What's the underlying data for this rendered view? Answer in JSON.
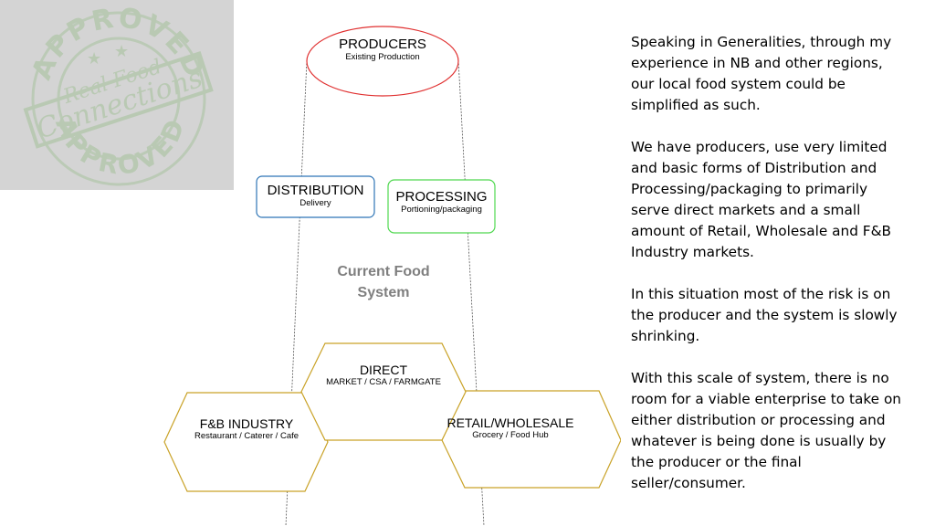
{
  "logo": {
    "text_top": "APPROVED",
    "text_bottom": "APPROVED",
    "script_line1": "Real Food",
    "script_line2": "Connections"
  },
  "diagram": {
    "producers": {
      "title": "PRODUCERS",
      "subtitle": "Existing Production"
    },
    "distribution": {
      "title": "DISTRIBUTION",
      "subtitle": "Delivery"
    },
    "processing": {
      "title": "PROCESSING",
      "subtitle": "Portioning/packaging"
    },
    "center_title_line1": "Current Food",
    "center_title_line2": "System",
    "direct": {
      "title": "DIRECT",
      "subtitle": "MARKET / CSA / FARMGATE"
    },
    "fb_industry": {
      "title": "F&B INDUSTRY",
      "subtitle": "Restaurant / Caterer / Cafe"
    },
    "retail": {
      "title": "RETAIL/WHOLESALE",
      "subtitle": "Grocery / Food Hub"
    }
  },
  "colors": {
    "producers_border": "#e03030",
    "distribution_border": "#2e75b6",
    "processing_border": "#4fd84f",
    "hexagon_border": "#c9a227",
    "center_title": "#7f7f7f"
  },
  "body_text": {
    "p1": "Speaking in Generalities, through my experience in NB and other regions, our local food system could be simplified as such.",
    "p2": "We have producers, use very limited and basic forms of Distribution and Processing/packaging to primarily serve direct markets and a small amount of Retail, Wholesale and F&B Industry markets.",
    "p3": "In this situation most of the risk is on the producer and the system is slowly shrinking.",
    "p4": "With this scale of system, there is no room for a viable enterprise to take on either distribution or processing and whatever is being done is usually by the producer or the final seller/consumer."
  }
}
